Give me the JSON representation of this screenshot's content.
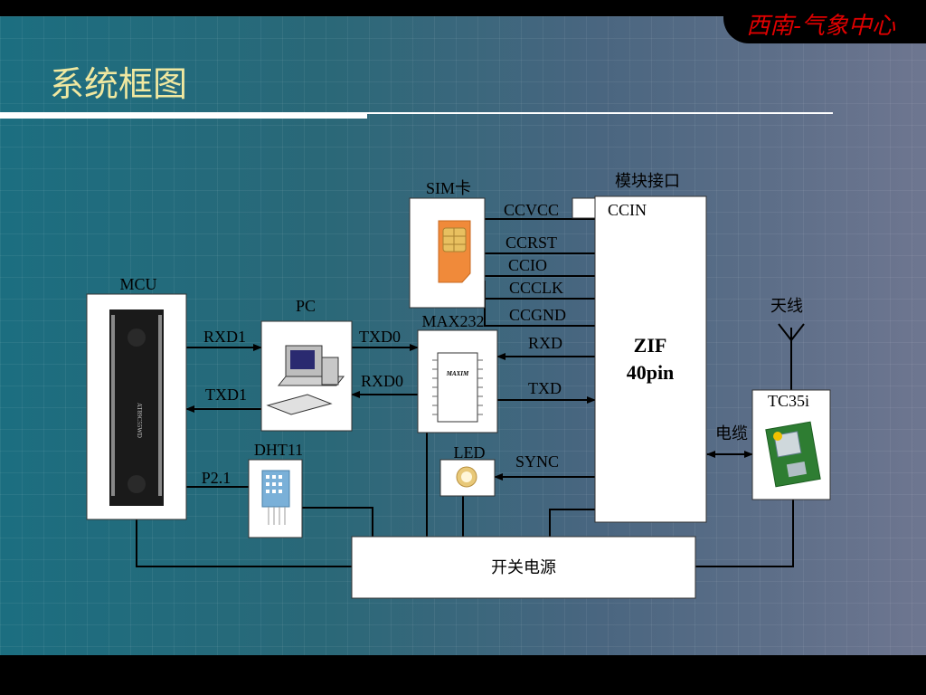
{
  "brand": "西南-气象中心",
  "title": "系统框图",
  "labels": {
    "sim": "SIM卡",
    "module_port": "模块接口",
    "mcu": "MCU",
    "pc": "PC",
    "max232": "MAX232",
    "antenna": "天线",
    "tc35i": "TC35i",
    "cable": "电缆",
    "dht11": "DHT11",
    "led": "LED",
    "p21": "P2.1",
    "power": "开关电源",
    "zif_line1": "ZIF",
    "zif_line2": "40pin",
    "ccin": "CCIN"
  },
  "signals": {
    "ccvcc": "CCVCC",
    "ccrst": "CCRST",
    "ccio": "CCIO",
    "ccclk": "CCCLK",
    "ccgnd": "CCGND",
    "rxd1": "RXD1",
    "txd1": "TXD1",
    "txd0": "TXD0",
    "rxd0": "RXD0",
    "rxd": "RXD",
    "txd": "TXD",
    "sync": "SYNC"
  },
  "chip_marks": {
    "mcu_part": "AT89C55WD",
    "maxim_logo": "MAXIM"
  }
}
